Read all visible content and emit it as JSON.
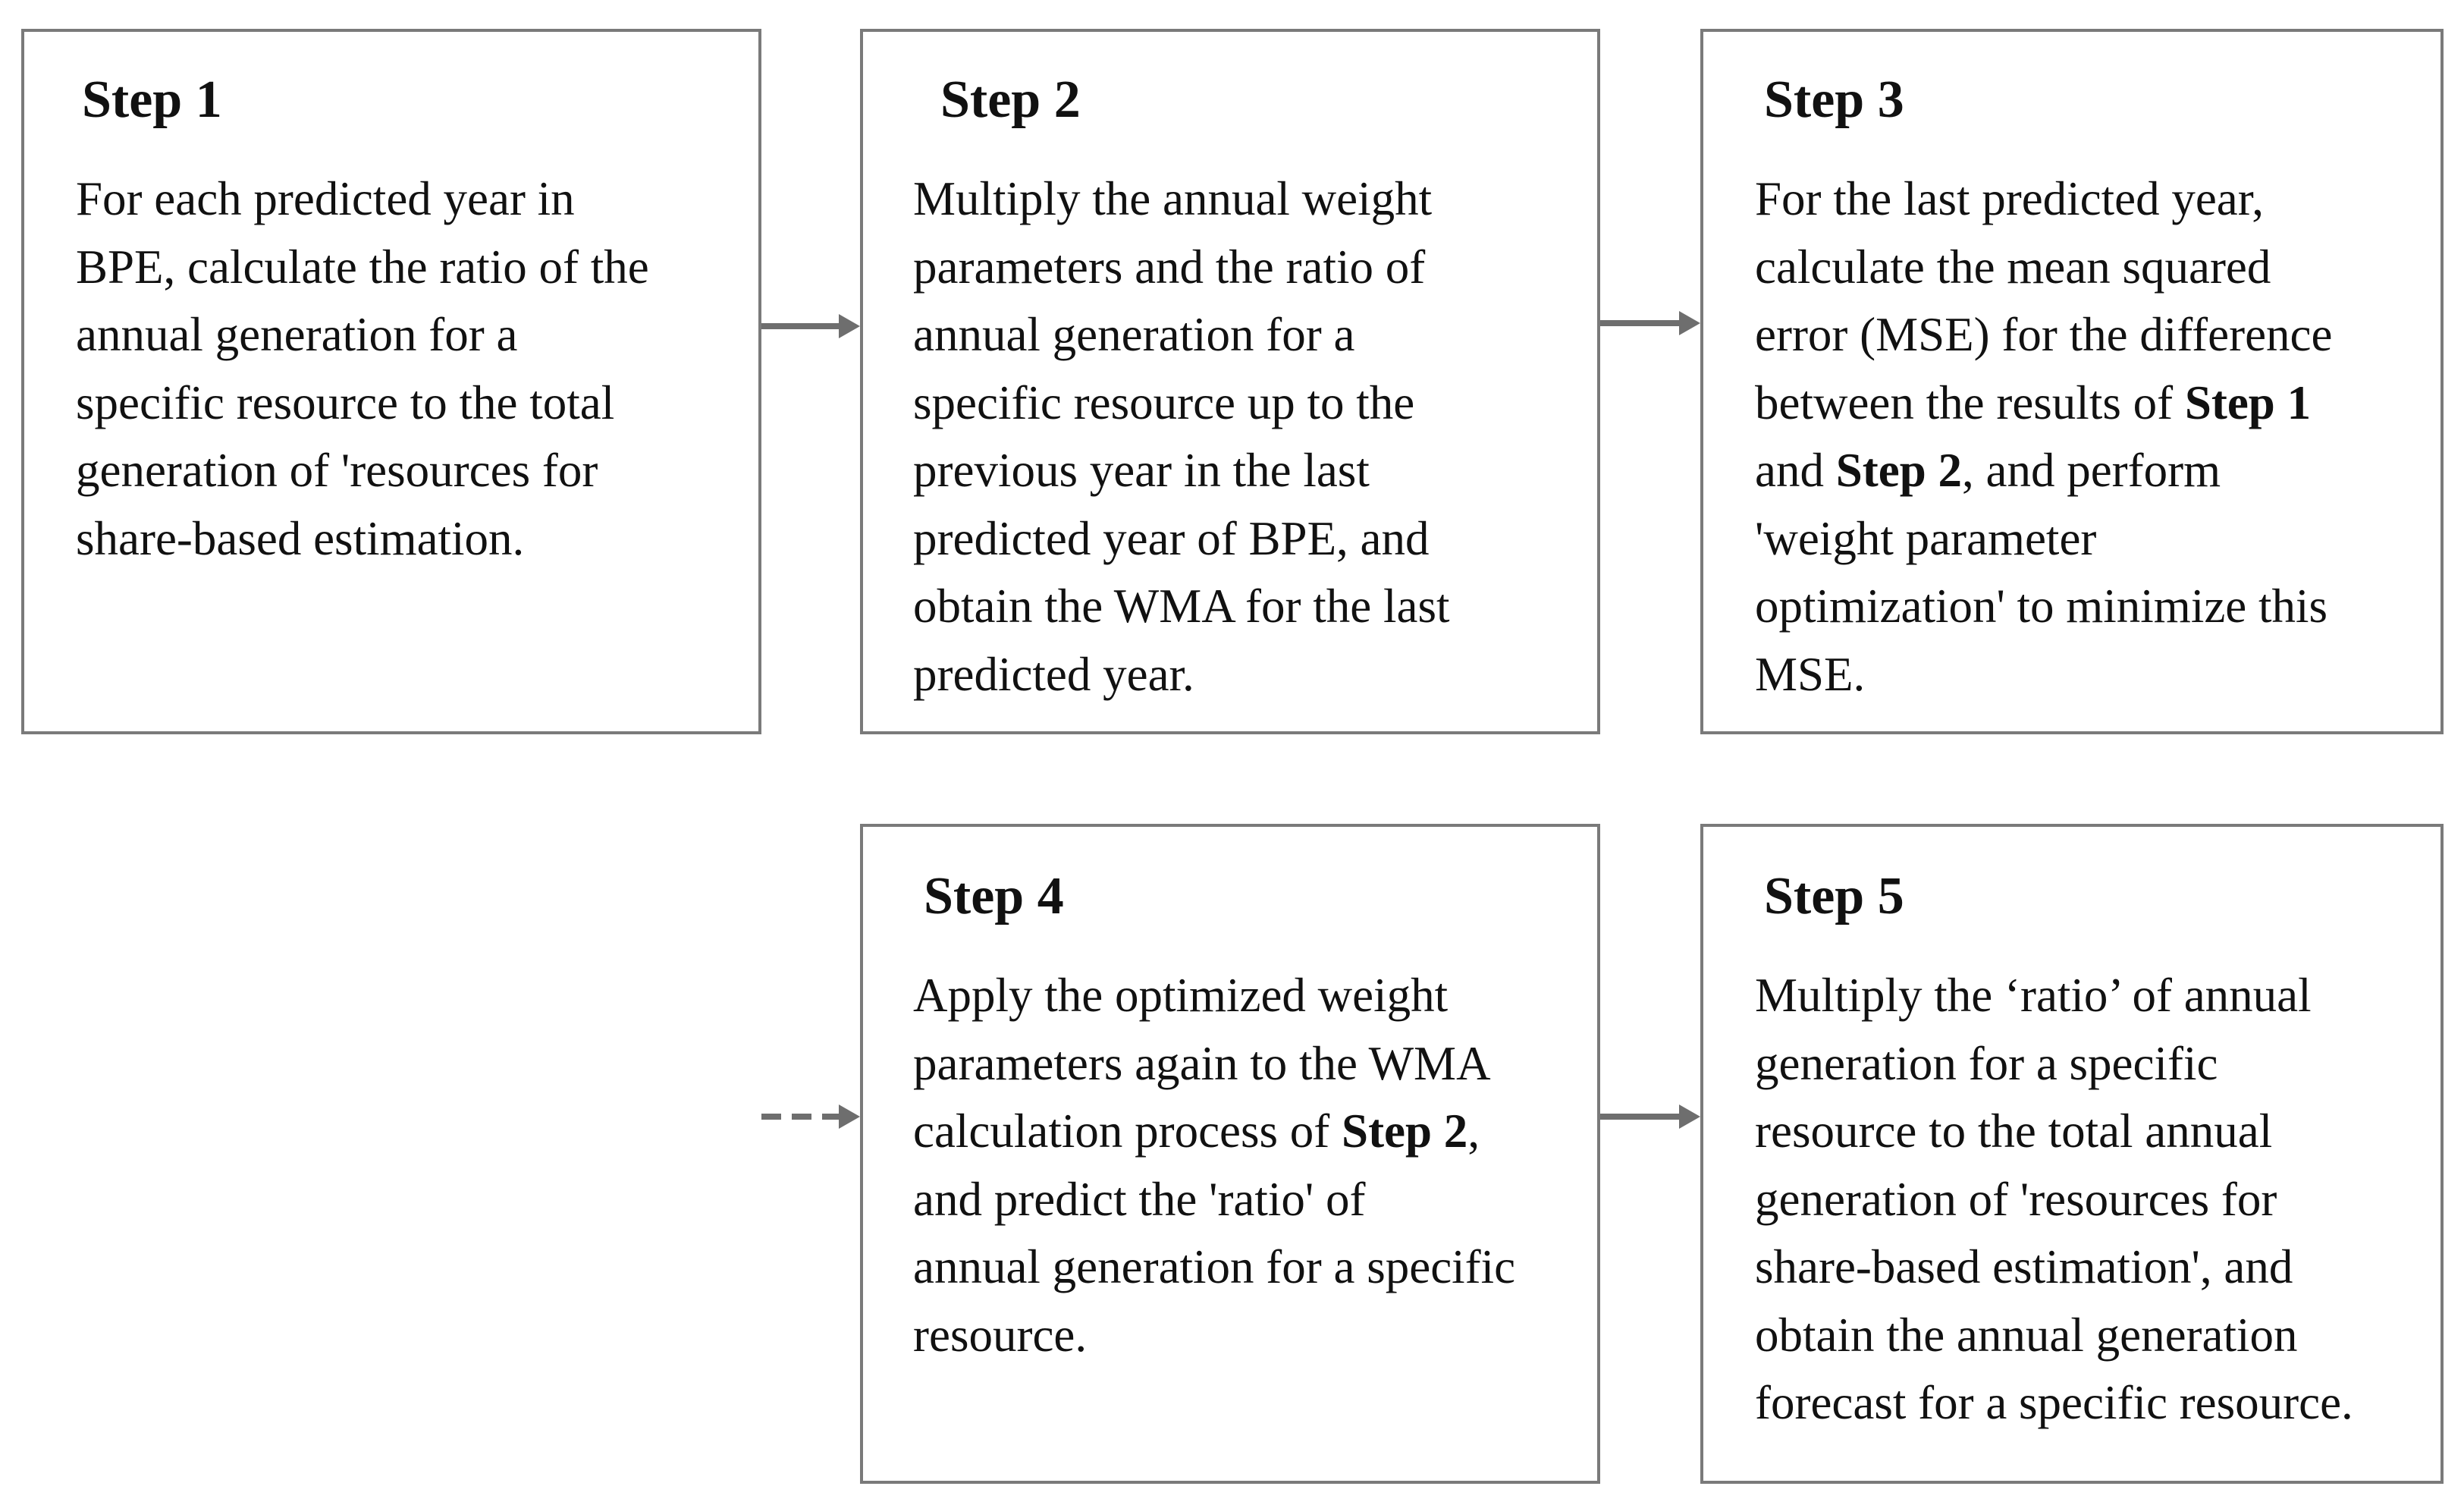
{
  "steps": [
    {
      "title": "Step 1",
      "lines": [
        [
          "For each predicted year in"
        ],
        [
          "BPE, calculate the ratio of the"
        ],
        [
          "annual generation for a"
        ],
        [
          "specific resource to the total"
        ],
        [
          "generation of 'resources for"
        ],
        [
          "share-based estimation."
        ]
      ]
    },
    {
      "title": "Step 2",
      "lines": [
        [
          "Multiply the annual weight"
        ],
        [
          "parameters and the ratio of"
        ],
        [
          "annual generation for a"
        ],
        [
          "specific resource up to the"
        ],
        [
          "previous year in the last"
        ],
        [
          "predicted year of BPE, and"
        ],
        [
          "obtain the WMA for the last"
        ],
        [
          "predicted year."
        ]
      ]
    },
    {
      "title": "Step 3",
      "lines": [
        [
          "For the last predicted year,"
        ],
        [
          "calculate the mean squared"
        ],
        [
          "error (MSE) for the difference"
        ],
        [
          "between the results of ",
          {
            "bold": "Step 1"
          }
        ],
        [
          "and ",
          {
            "bold": "Step 2"
          },
          ", and perform"
        ],
        [
          "'weight parameter"
        ],
        [
          "optimization' to minimize this"
        ],
        [
          "MSE."
        ]
      ]
    },
    {
      "title": "Step 4",
      "lines": [
        [
          "Apply the optimized weight"
        ],
        [
          "parameters again to the WMA"
        ],
        [
          "calculation process of ",
          {
            "bold": "Step 2"
          },
          ","
        ],
        [
          "and predict the 'ratio' of"
        ],
        [
          "annual generation for a specific"
        ],
        [
          "resource."
        ]
      ]
    },
    {
      "title": "Step 5",
      "lines": [
        [
          "Multiply the ‘ratio’ of annual"
        ],
        [
          "generation for a specific"
        ],
        [
          "resource to the total annual"
        ],
        [
          "generation of 'resources for"
        ],
        [
          "share-based estimation', and"
        ],
        [
          "obtain the annual generation"
        ],
        [
          "forecast for a specific resource."
        ]
      ]
    }
  ],
  "colors": {
    "border": "#7a7a7a",
    "arrow": "#6e6e6e",
    "text": "#111111"
  }
}
